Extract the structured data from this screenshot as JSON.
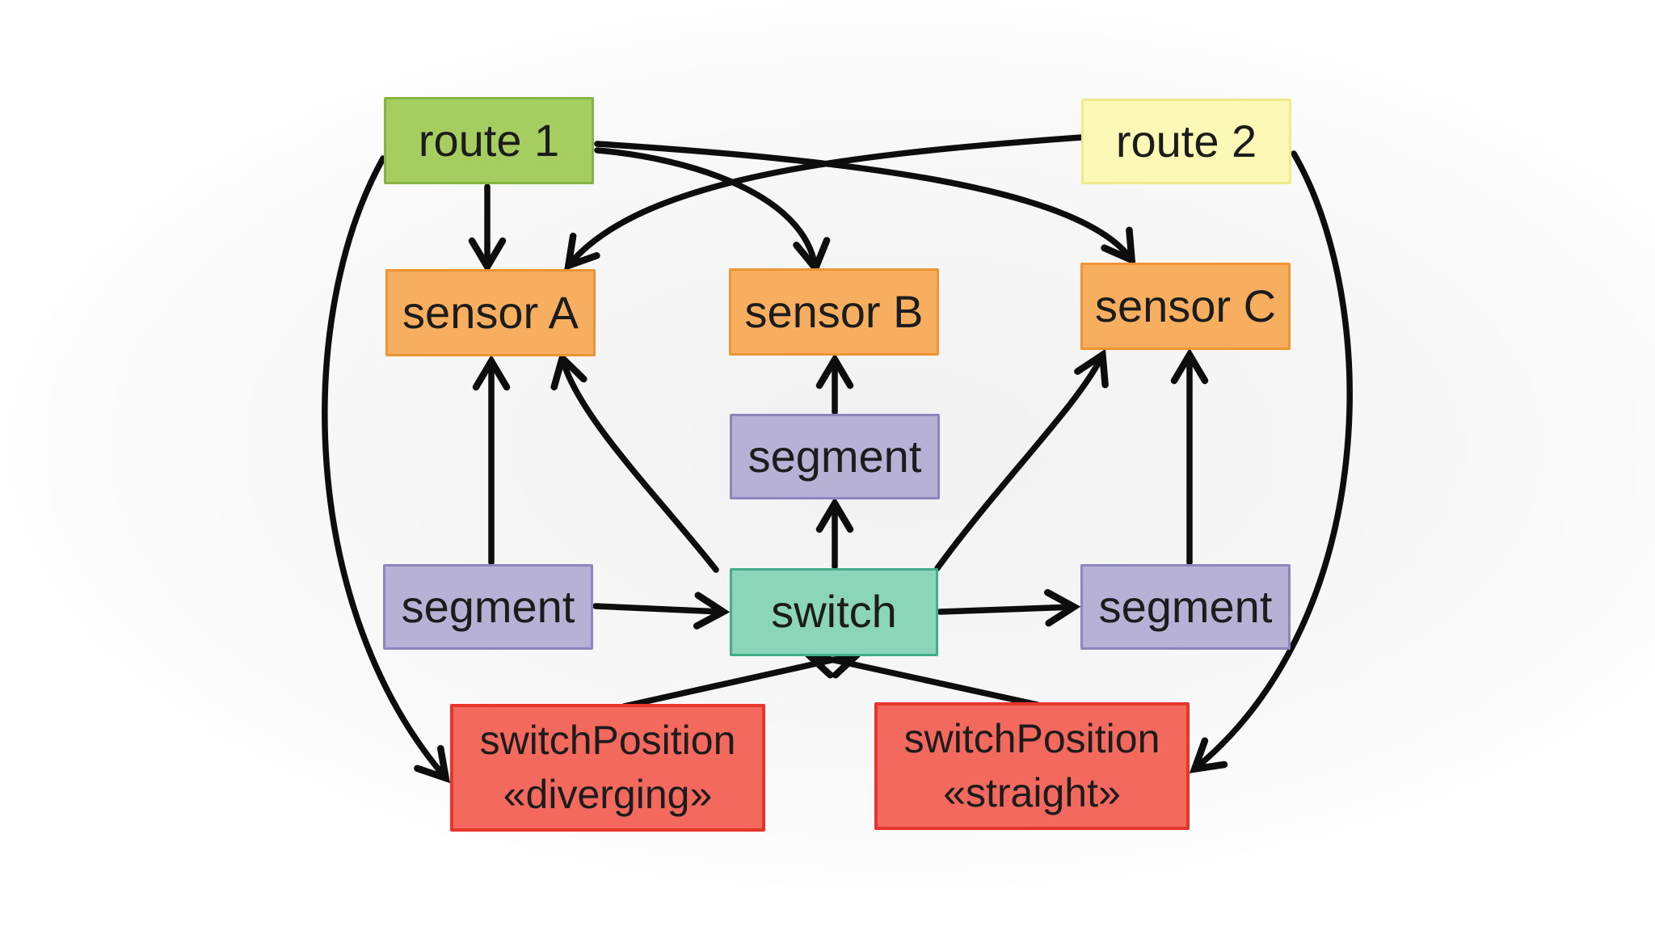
{
  "diagram": {
    "background_color": "#ffffff",
    "arrow_color": "#0d0d0d",
    "nodes": [
      {
        "id": "route1",
        "label": "route 1",
        "fill": "#a6cd5f",
        "border": "#86b441"
      },
      {
        "id": "route2",
        "label": "route 2",
        "fill": "#fbf9b5",
        "border": "#eeeb8d"
      },
      {
        "id": "sensorA",
        "label": "sensor A",
        "fill": "#f7ae5e",
        "border": "#ee9434"
      },
      {
        "id": "sensorB",
        "label": "sensor B",
        "fill": "#f7ae5e",
        "border": "#ee9434"
      },
      {
        "id": "sensorC",
        "label": "sensor C",
        "fill": "#f7ae5e",
        "border": "#ee9434"
      },
      {
        "id": "segment-middle",
        "label": "segment",
        "fill": "#b7b1d6",
        "border": "#8d85bd"
      },
      {
        "id": "segment-left",
        "label": "segment",
        "fill": "#b7b1d6",
        "border": "#8d85bd"
      },
      {
        "id": "switch",
        "label": "switch",
        "fill": "#8bd6ba",
        "border": "#43ac8b"
      },
      {
        "id": "segment-right",
        "label": "segment",
        "fill": "#b7b1d6",
        "border": "#8d85bd"
      },
      {
        "id": "switchPosition-diverging",
        "label": "switchPosition",
        "stereotype": "«diverging»",
        "fill": "#f3695e",
        "border": "#e8352b"
      },
      {
        "id": "switchPosition-straight",
        "label": "switchPosition",
        "stereotype": "«straight»",
        "fill": "#f3695e",
        "border": "#e8352b"
      }
    ],
    "edges": [
      {
        "from": "route 1",
        "to": "sensor A"
      },
      {
        "from": "route 1",
        "to": "sensor B"
      },
      {
        "from": "route 1",
        "to": "sensor C"
      },
      {
        "from": "route 1",
        "to": "switchPosition «diverging»"
      },
      {
        "from": "route 2",
        "to": "sensor A"
      },
      {
        "from": "route 2",
        "to": "switchPosition «straight»"
      },
      {
        "from": "segment (left)",
        "to": "sensor A"
      },
      {
        "from": "segment (left)",
        "to": "switch"
      },
      {
        "from": "segment (middle)",
        "to": "sensor B"
      },
      {
        "from": "segment (right)",
        "to": "sensor C"
      },
      {
        "from": "switch",
        "to": "sensor A"
      },
      {
        "from": "switch",
        "to": "sensor C"
      },
      {
        "from": "switch",
        "to": "segment (middle)"
      },
      {
        "from": "switch",
        "to": "segment (right)"
      },
      {
        "from": "switchPosition «diverging»",
        "to": "switch"
      },
      {
        "from": "switchPosition «straight»",
        "to": "switch"
      }
    ]
  }
}
